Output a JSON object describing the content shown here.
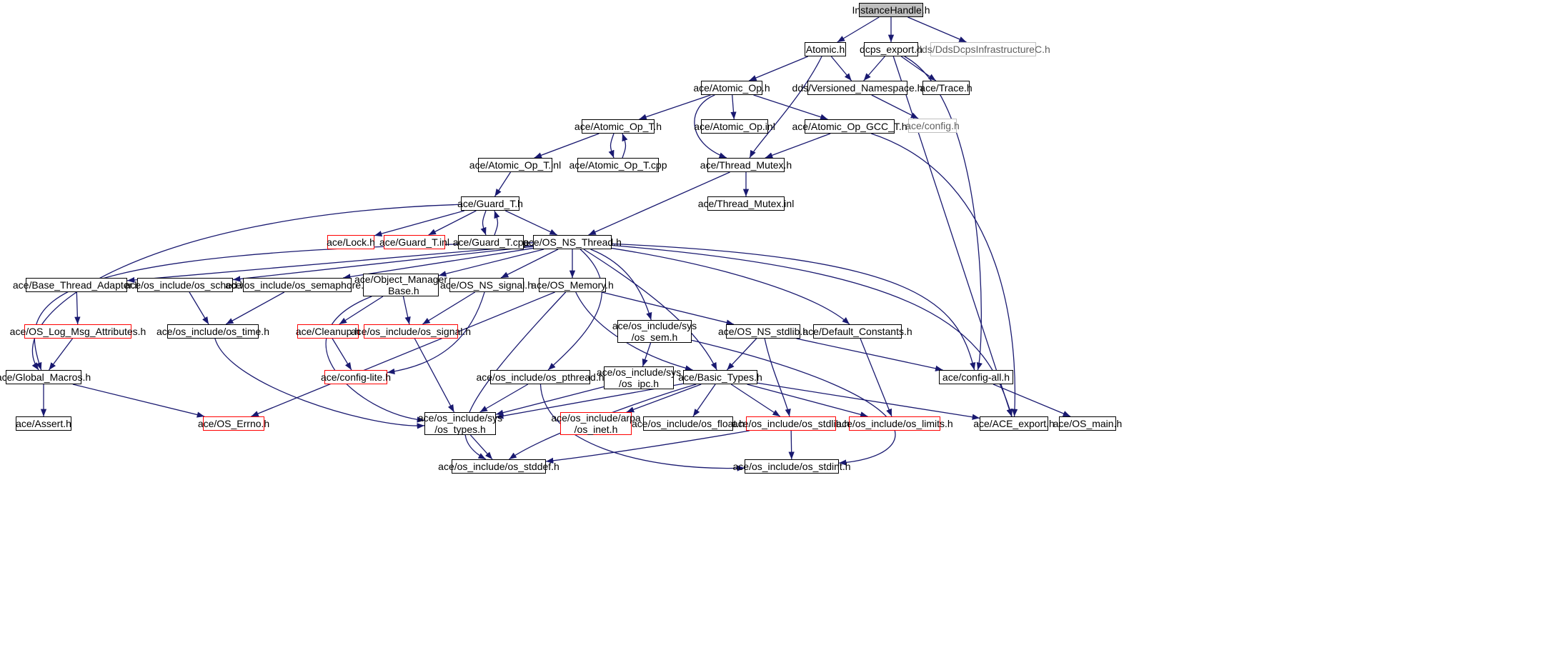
{
  "colors": {
    "edge": "#191970",
    "border": "#000000",
    "red_border": "#ff0000",
    "gray_border": "#bfbfbf",
    "root_fill": "#bfbfbf"
  },
  "nodes": {
    "instance_handle": {
      "label": "InstanceHandle.h",
      "style": "root"
    },
    "atomic": {
      "label": "Atomic.h"
    },
    "dcps_export": {
      "label": "dcps_export.h"
    },
    "dds_infra": {
      "label": "dds/DdsDcpsInfrastructureC.h",
      "style": "gray"
    },
    "atomic_op": {
      "label": "ace/Atomic_Op.h"
    },
    "versioned_ns": {
      "label": "dds/Versioned_Namespace.h"
    },
    "trace": {
      "label": "ace/Trace.h"
    },
    "config": {
      "label": "ace/config.h",
      "style": "gray"
    },
    "atomic_op_t": {
      "label": "ace/Atomic_Op_T.h"
    },
    "atomic_op_inl": {
      "label": "ace/Atomic_Op.inl"
    },
    "atomic_op_gcc": {
      "label": "ace/Atomic_Op_GCC_T.h"
    },
    "atomic_op_t_inl": {
      "label": "ace/Atomic_Op_T.inl"
    },
    "atomic_op_t_cpp": {
      "label": "ace/Atomic_Op_T.cpp"
    },
    "thread_mutex": {
      "label": "ace/Thread_Mutex.h"
    },
    "thread_mutex_inl": {
      "label": "ace/Thread_Mutex.inl"
    },
    "guard_t": {
      "label": "ace/Guard_T.h"
    },
    "lock": {
      "label": "ace/Lock.h",
      "style": "red"
    },
    "guard_t_inl": {
      "label": "ace/Guard_T.inl",
      "style": "red"
    },
    "guard_t_cpp": {
      "label": "ace/Guard_T.cpp"
    },
    "os_ns_thread": {
      "label": "ace/OS_NS_Thread.h"
    },
    "base_thread_adapter": {
      "label": "ace/Base_Thread_Adapter.h"
    },
    "os_sched": {
      "label": "ace/os_include/os_sched.h"
    },
    "os_semaphore": {
      "label": "ace/os_include/os_semaphore.h"
    },
    "object_manager_base": {
      "label": "ace/Object_Manager\n_Base.h"
    },
    "os_ns_signal": {
      "label": "ace/OS_NS_signal.h"
    },
    "os_memory": {
      "label": "ace/OS_Memory.h"
    },
    "os_log_msg": {
      "label": "ace/OS_Log_Msg_Attributes.h",
      "style": "red"
    },
    "os_time": {
      "label": "ace/os_include/os_time.h"
    },
    "cleanup": {
      "label": "ace/Cleanup.h",
      "style": "red"
    },
    "os_signal": {
      "label": "ace/os_include/os_signal.h",
      "style": "red"
    },
    "os_sem": {
      "label": "ace/os_include/sys\n/os_sem.h"
    },
    "os_ns_stdlib": {
      "label": "ace/OS_NS_stdlib.h"
    },
    "default_constants": {
      "label": "ace/Default_Constants.h"
    },
    "global_macros": {
      "label": "ace/Global_Macros.h"
    },
    "config_lite": {
      "label": "ace/config-lite.h",
      "style": "red"
    },
    "os_pthread": {
      "label": "ace/os_include/os_pthread.h"
    },
    "os_ipc": {
      "label": "ace/os_include/sys\n/os_ipc.h"
    },
    "basic_types": {
      "label": "ace/Basic_Types.h"
    },
    "config_all": {
      "label": "ace/config-all.h"
    },
    "assert": {
      "label": "ace/Assert.h"
    },
    "os_errno": {
      "label": "ace/OS_Errno.h",
      "style": "red"
    },
    "os_types": {
      "label": "ace/os_include/sys\n/os_types.h"
    },
    "os_inet": {
      "label": "ace/os_include/arpa\n/os_inet.h",
      "style": "red"
    },
    "os_float": {
      "label": "ace/os_include/os_float.h"
    },
    "os_stdlib": {
      "label": "ace/os_include/os_stdlib.h",
      "style": "red"
    },
    "os_limits": {
      "label": "ace/os_include/os_limits.h",
      "style": "red"
    },
    "ace_export": {
      "label": "ace/ACE_export.h"
    },
    "os_main": {
      "label": "ace/OS_main.h"
    },
    "os_stddef": {
      "label": "ace/os_include/os_stddef.h"
    },
    "os_stdint": {
      "label": "ace/os_include/os_stdint.h"
    }
  },
  "edges": [
    [
      "instance_handle",
      "atomic"
    ],
    [
      "instance_handle",
      "dcps_export"
    ],
    [
      "instance_handle",
      "dds_infra"
    ],
    [
      "atomic",
      "atomic_op"
    ],
    [
      "atomic",
      "versioned_ns"
    ],
    [
      "atomic",
      "thread_mutex"
    ],
    [
      "dcps_export",
      "versioned_ns"
    ],
    [
      "dcps_export",
      "trace"
    ],
    [
      "dcps_export",
      "config_all"
    ],
    [
      "dcps_export",
      "ace_export"
    ],
    [
      "versioned_ns",
      "config"
    ],
    [
      "atomic_op",
      "atomic_op_t"
    ],
    [
      "atomic_op",
      "atomic_op_inl"
    ],
    [
      "atomic_op",
      "atomic_op_gcc"
    ],
    [
      "atomic_op",
      "thread_mutex"
    ],
    [
      "atomic_op_t",
      "atomic_op_t_inl"
    ],
    [
      "atomic_op_t",
      "atomic_op_t_cpp"
    ],
    [
      "atomic_op_t_cpp",
      "atomic_op_t"
    ],
    [
      "atomic_op_gcc",
      "thread_mutex"
    ],
    [
      "atomic_op_gcc",
      "ace_export"
    ],
    [
      "atomic_op_t_inl",
      "guard_t"
    ],
    [
      "thread_mutex",
      "thread_mutex_inl"
    ],
    [
      "thread_mutex",
      "os_ns_thread"
    ],
    [
      "guard_t",
      "lock"
    ],
    [
      "guard_t",
      "guard_t_inl"
    ],
    [
      "guard_t",
      "guard_t_cpp"
    ],
    [
      "guard_t_cpp",
      "guard_t"
    ],
    [
      "guard_t",
      "os_ns_thread"
    ],
    [
      "guard_t",
      "global_macros"
    ],
    [
      "os_ns_thread",
      "base_thread_adapter"
    ],
    [
      "os_ns_thread",
      "os_sched"
    ],
    [
      "os_ns_thread",
      "os_semaphore"
    ],
    [
      "os_ns_thread",
      "object_manager_base"
    ],
    [
      "os_ns_thread",
      "os_ns_signal"
    ],
    [
      "os_ns_thread",
      "os_memory"
    ],
    [
      "os_ns_thread",
      "os_sem"
    ],
    [
      "os_ns_thread",
      "os_pthread"
    ],
    [
      "os_ns_thread",
      "basic_types"
    ],
    [
      "os_ns_thread",
      "default_constants"
    ],
    [
      "os_ns_thread",
      "ace_export"
    ],
    [
      "os_ns_thread",
      "config_all"
    ],
    [
      "os_ns_thread",
      "global_macros"
    ],
    [
      "base_thread_adapter",
      "os_log_msg"
    ],
    [
      "os_log_msg",
      "global_macros"
    ],
    [
      "os_sched",
      "os_time"
    ],
    [
      "os_semaphore",
      "os_time"
    ],
    [
      "os_time",
      "os_types"
    ],
    [
      "object_manager_base",
      "cleanup"
    ],
    [
      "object_manager_base",
      "os_signal"
    ],
    [
      "object_manager_base",
      "os_types"
    ],
    [
      "cleanup",
      "config_lite"
    ],
    [
      "os_ns_signal",
      "os_signal"
    ],
    [
      "os_ns_signal",
      "config_lite"
    ],
    [
      "os_signal",
      "os_types"
    ],
    [
      "os_memory",
      "os_ns_stdlib"
    ],
    [
      "os_memory",
      "basic_types"
    ],
    [
      "os_memory",
      "os_errno"
    ],
    [
      "os_memory",
      "os_stddef"
    ],
    [
      "os_sem",
      "os_ipc"
    ],
    [
      "os_sem",
      "os_stdint"
    ],
    [
      "os_ipc",
      "os_types"
    ],
    [
      "os_ns_stdlib",
      "basic_types"
    ],
    [
      "os_ns_stdlib",
      "os_stdlib"
    ],
    [
      "os_ns_stdlib",
      "config_all"
    ],
    [
      "default_constants",
      "os_limits"
    ],
    [
      "global_macros",
      "assert"
    ],
    [
      "global_macros",
      "os_errno"
    ],
    [
      "os_pthread",
      "os_types"
    ],
    [
      "os_pthread",
      "os_stdint"
    ],
    [
      "basic_types",
      "os_types"
    ],
    [
      "basic_types",
      "os_inet"
    ],
    [
      "basic_types",
      "os_float"
    ],
    [
      "basic_types",
      "os_stdlib"
    ],
    [
      "basic_types",
      "os_limits"
    ],
    [
      "basic_types",
      "ace_export"
    ],
    [
      "basic_types",
      "os_stddef"
    ],
    [
      "config_all",
      "os_main"
    ],
    [
      "os_types",
      "os_stddef"
    ],
    [
      "os_stdlib",
      "os_stddef"
    ],
    [
      "os_stdlib",
      "os_stdint"
    ]
  ]
}
